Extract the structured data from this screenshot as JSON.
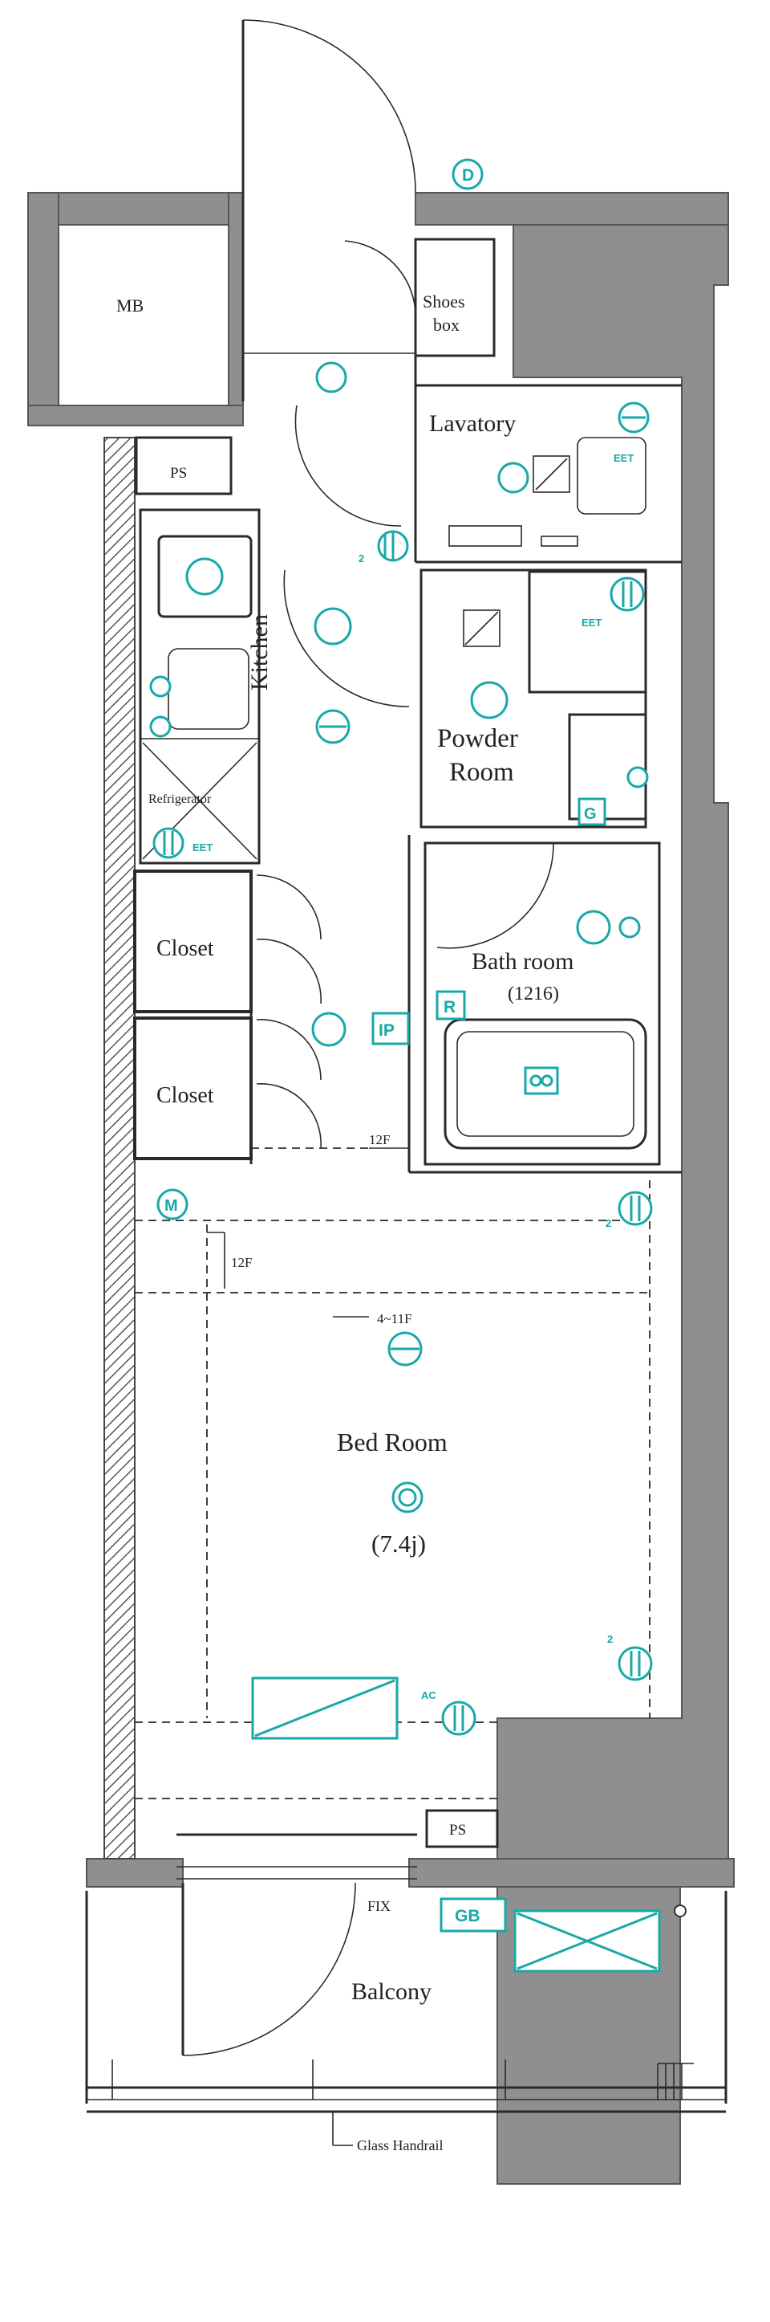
{
  "rooms": {
    "mb": "MB",
    "shoes_box_line1": "Shoes",
    "shoes_box_line2": "box",
    "ps_top": "PS",
    "lavatory": "Lavatory",
    "kitchen": "Kitchen",
    "powder_room_line1": "Powder",
    "powder_room_line2": "Room",
    "refrigerator": "Refrigerator",
    "closet_1": "Closet",
    "closet_2": "Closet",
    "bath_room": "Bath room",
    "bath_room_size": "(1216)",
    "bed_room": "Bed Room",
    "bed_room_size": "(7.4j)",
    "ps_bottom": "PS",
    "balcony": "Balcony"
  },
  "notes": {
    "floor_12f_a": "12F",
    "floor_12f_b": "12F",
    "floor_4_11f": "4~11F",
    "fix": "FIX",
    "glass_handrail": "Glass Handrail"
  },
  "symbols": {
    "door_mark": "D",
    "ip": "IP",
    "r": "R",
    "g": "G",
    "m": "M",
    "gb": "GB",
    "ac": "AC",
    "eet_1": "EET",
    "eet_2": "EET",
    "eet_3": "EET",
    "sup_2_a": "2",
    "sup_2_b": "2",
    "sup_2_c": "2"
  },
  "colors": {
    "wall": "#8f8f8f",
    "symbol": "#19a8a8"
  }
}
